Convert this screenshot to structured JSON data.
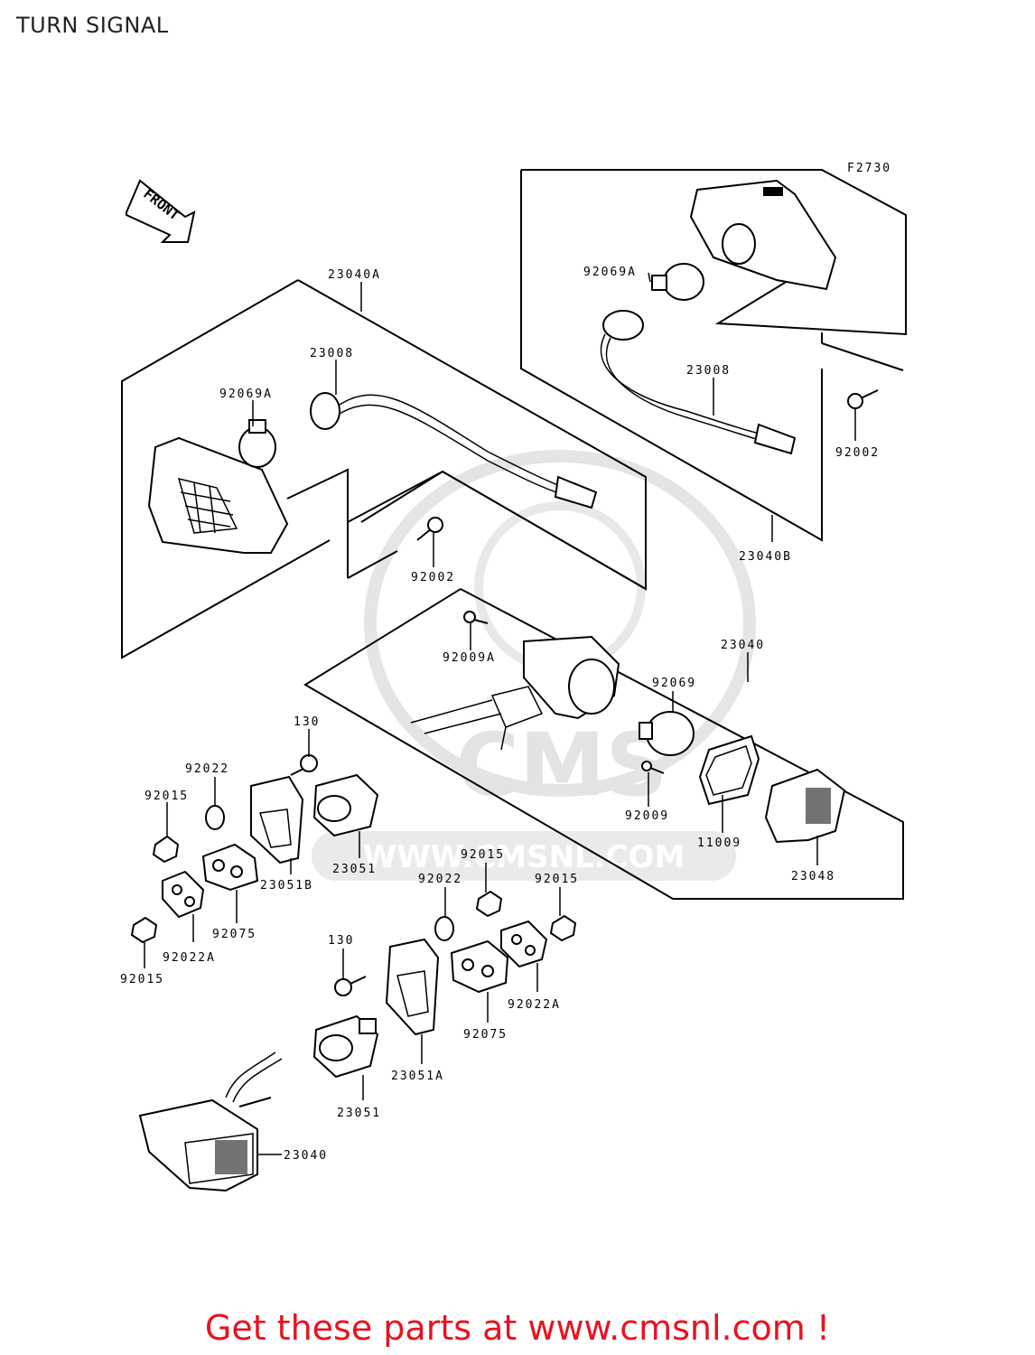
{
  "title": "TURN SIGNAL",
  "figure_code": "F2730",
  "front_marker": "FRONT",
  "watermark": {
    "text": "CMS",
    "url": "WWW.CMSNL.COM"
  },
  "footer": "Get these parts at www.cmsnl.com !",
  "parts": [
    {
      "id": "p1",
      "number": "23040A"
    },
    {
      "id": "p2",
      "number": "23008"
    },
    {
      "id": "p3",
      "number": "92069A"
    },
    {
      "id": "p4",
      "number": "92002"
    },
    {
      "id": "p5",
      "number": "92069A"
    },
    {
      "id": "p6",
      "number": "23008"
    },
    {
      "id": "p7",
      "number": "92002"
    },
    {
      "id": "p8",
      "number": "23040B"
    },
    {
      "id": "p9",
      "number": "92009A"
    },
    {
      "id": "p10",
      "number": "23040"
    },
    {
      "id": "p11",
      "number": "92069"
    },
    {
      "id": "p12",
      "number": "130"
    },
    {
      "id": "p13",
      "number": "92022"
    },
    {
      "id": "p14",
      "number": "92015"
    },
    {
      "id": "p15",
      "number": "92009"
    },
    {
      "id": "p16",
      "number": "11009"
    },
    {
      "id": "p17",
      "number": "23051"
    },
    {
      "id": "p18",
      "number": "23048"
    },
    {
      "id": "p19",
      "number": "23051B"
    },
    {
      "id": "p20",
      "number": "92075"
    },
    {
      "id": "p21",
      "number": "92015"
    },
    {
      "id": "p22",
      "number": "92022"
    },
    {
      "id": "p23",
      "number": "92015"
    },
    {
      "id": "p24",
      "number": "92022A"
    },
    {
      "id": "p25",
      "number": "92015"
    },
    {
      "id": "p26",
      "number": "130"
    },
    {
      "id": "p27",
      "number": "92022A"
    },
    {
      "id": "p28",
      "number": "92075"
    },
    {
      "id": "p29",
      "number": "23051A"
    },
    {
      "id": "p30",
      "number": "23051"
    },
    {
      "id": "p31",
      "number": "23040"
    }
  ]
}
